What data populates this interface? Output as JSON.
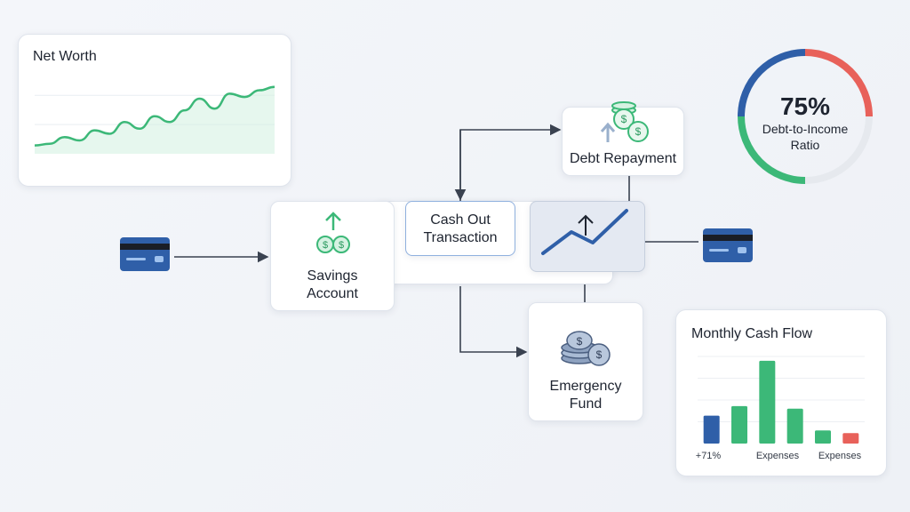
{
  "net_worth": {
    "title": "Net Worth"
  },
  "nodes": {
    "savings_line1": "Savings",
    "savings_line2": "Account",
    "cash_out_line1": "Cash Out",
    "cash_out_line2": "Transaction",
    "debt_repayment": "Debt Repayment",
    "emergency_line1": "Emergency",
    "emergency_line2": "Fund"
  },
  "ratio": {
    "value": "75%",
    "label_line1": "Debt-to-Income",
    "label_line2": "Ratio",
    "percent": 75
  },
  "cash_flow": {
    "title": "Monthly Cash Flow"
  },
  "chart_data": [
    {
      "type": "line",
      "title": "Net Worth",
      "x": [
        0,
        1,
        2,
        3,
        4,
        5,
        6,
        7,
        8,
        9,
        10,
        11,
        12,
        13,
        14,
        15,
        16
      ],
      "y": [
        10,
        12,
        20,
        16,
        28,
        24,
        38,
        30,
        45,
        38,
        52,
        66,
        54,
        72,
        68,
        76,
        80
      ],
      "ylim": [
        0,
        100
      ],
      "grid": true,
      "colors": {
        "line": "#3cb878",
        "fill": "#d6f2e2"
      }
    },
    {
      "type": "bar",
      "title": "Monthly Cash Flow",
      "values": [
        32,
        43,
        95,
        40,
        15,
        12
      ],
      "tick_labels": [
        "+71%",
        "Expenses",
        "Expenses"
      ],
      "ylim": [
        0,
        100
      ],
      "grid": true,
      "colors": [
        "#2f5fa8",
        "#3cb878",
        "#3cb878",
        "#3cb878",
        "#3cb878",
        "#e8615a"
      ]
    }
  ],
  "colors": {
    "green": "#3cb878",
    "blue": "#2f5fa8",
    "red": "#e8615a",
    "arrow": "#3a4250"
  },
  "icons": [
    "credit-card-icon",
    "savings-arrow-icon",
    "coins-icon",
    "growth-chart-icon",
    "coin-stack-icon"
  ]
}
